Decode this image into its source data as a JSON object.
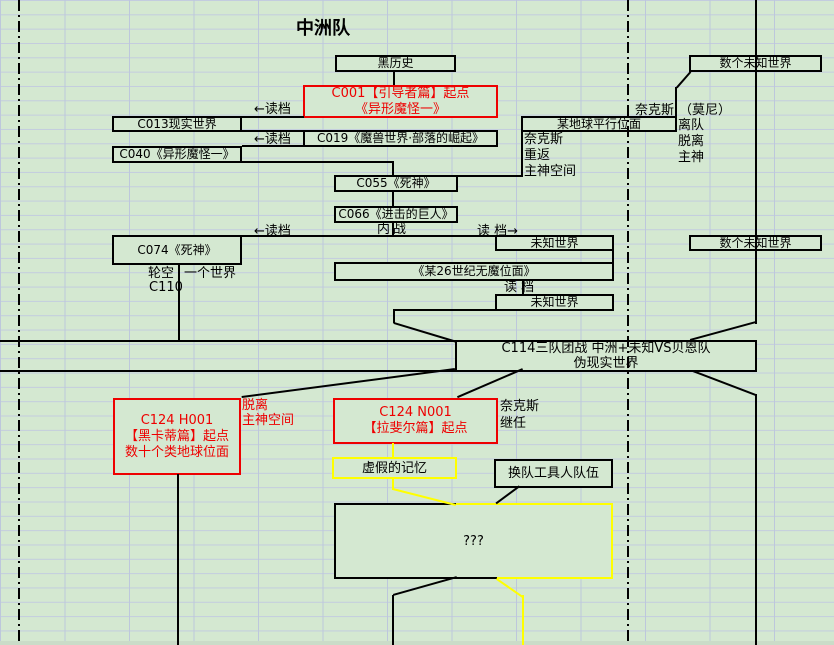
{
  "title": "中洲队",
  "colors": {
    "line": "#000000",
    "red": "#ee0000",
    "yellow": "#ffff00",
    "background": "#d4e8d1",
    "grid": "#bdc7dc"
  },
  "boxes": {
    "hei_lishi": "黑历史",
    "c001": [
      "C001【引导者篇】起点",
      "《异形魔怪一》"
    ],
    "c013": "C013现实世界",
    "c019": "C019《魔兽世界·部落的崛起》",
    "c040": "C040《异形魔怪一》",
    "mou_diqiu": "某地球平行位面",
    "shuge_top": "数个未知世界",
    "shuge_mid": "数个未知世界",
    "c055": "C055《死神》",
    "c066": "C066《进击的巨人》",
    "c074": "C074《死神》",
    "weizhi_1": "未知世界",
    "mou26": "《某26世纪无魔位面》",
    "weizhi_2": "未知世界",
    "c114": [
      "C114三队团战 中洲+未知VS贝恩队",
      "伪现实世界"
    ],
    "h001": [
      "C124 H001",
      "【黑卡蒂篇】起点",
      "数十个类地球位面"
    ],
    "n001": [
      "C124 N001",
      "【拉斐尔篇】起点"
    ],
    "xujia": "虚假的记忆",
    "huandui": "换队工具人队伍",
    "qqq": "???"
  },
  "labels": {
    "dudang1": "←读档",
    "dudang2": "←读档",
    "dudang3": "←读档",
    "dudang_right": "读 档→",
    "neizhan": "内战",
    "dudang_split": "读  档",
    "naikesi_top": "奈克斯",
    "moni": "（莫尼）",
    "lidui": "离队",
    "tuoli_right": "脱离",
    "zhushen_right": "主神",
    "naikesi_mid": "奈克斯",
    "chongfan": "重返",
    "zhushen_kongjian_mid": "主神空间",
    "lunkong": "轮空",
    "yige_shijie": "一个世界",
    "c110": "C110",
    "tuoli_red": "脱离",
    "zhushen_kongjian_red": "主神空间",
    "naikesi_bot": "奈克斯",
    "jiren": "继任"
  }
}
